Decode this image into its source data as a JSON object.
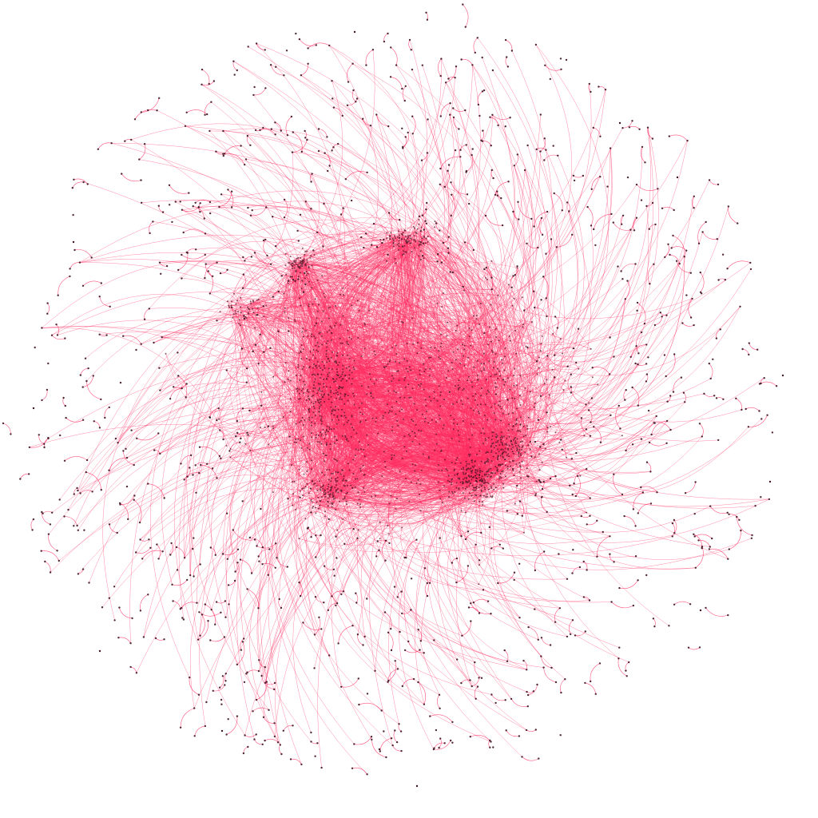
{
  "figure": {
    "kind": "network-graph",
    "layout": "force-directed",
    "background": "#ffffff",
    "edge_color": "#ff2a5f",
    "node_color": "#3d1424",
    "edge_style": "curved",
    "text_labels": "none"
  }
}
